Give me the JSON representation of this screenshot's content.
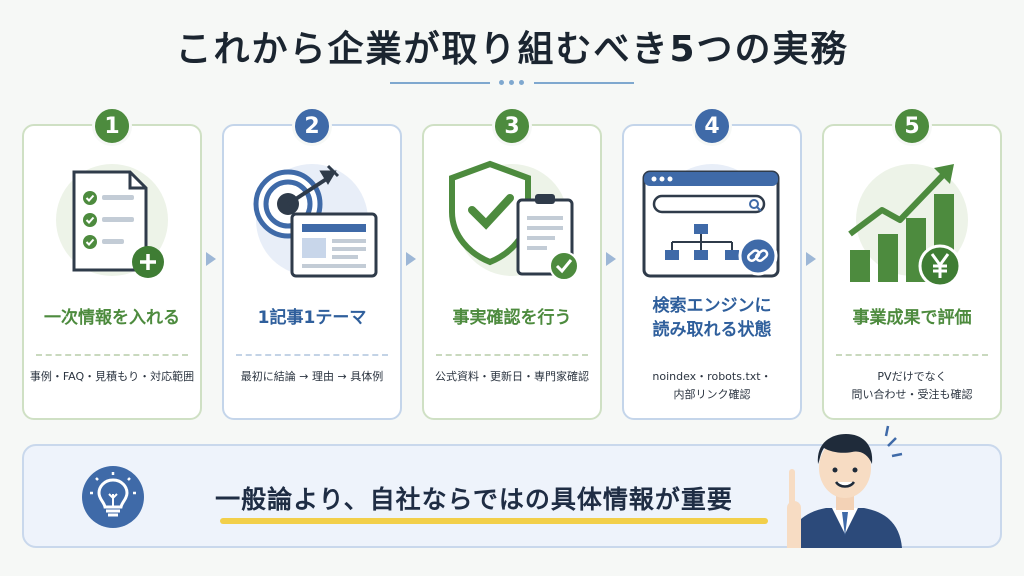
{
  "title": "これから企業が取り組むべき5つの実務",
  "steps": [
    {
      "number": "1",
      "title": "一次情報を入れる",
      "desc": "事例・FAQ・見積もり・対応範囲",
      "icon": "document-check-icon",
      "color": "#4d8b3e"
    },
    {
      "number": "2",
      "title": "1記事1テーマ",
      "desc": "最初に結論 → 理由 → 具体例",
      "icon": "target-arrow-icon",
      "color": "#3f6aa8"
    },
    {
      "number": "3",
      "title": "事実確認を行う",
      "desc": "公式資料・更新日・専門家確認",
      "icon": "shield-check-icon",
      "color": "#4d8b3e"
    },
    {
      "number": "4",
      "title_line1": "検索エンジンに",
      "title_line2": "読み取れる状態",
      "desc_line1": "noindex・robots.txt・",
      "desc_line2": "内部リンク確認",
      "icon": "browser-sitemap-icon",
      "color": "#3f6aa8"
    },
    {
      "number": "5",
      "title": "事業成果で評価",
      "desc_line1": "PVだけでなく",
      "desc_line2": "問い合わせ・受注も確認",
      "icon": "growth-chart-yen-icon",
      "color": "#4d8b3e"
    }
  ],
  "banner": {
    "text": "一般論より、自社ならではの具体情報が重要",
    "icon": "lightbulb-icon",
    "accent": "#f2cf4a"
  },
  "colors": {
    "green": "#4d8b3e",
    "blue": "#3f6aa8",
    "background": "#f6f8f6"
  }
}
